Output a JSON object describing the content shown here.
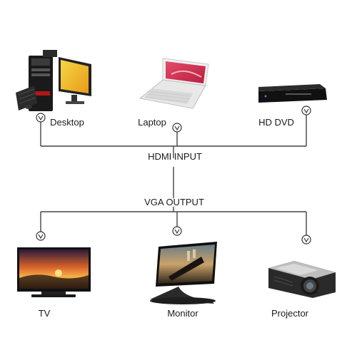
{
  "diagram": {
    "input_label": "HDMI INPUT",
    "output_label": "VGA OUTPUT",
    "line_color": "#444444",
    "sources": [
      {
        "name": "Desktop",
        "icon": "desktop-computer-icon"
      },
      {
        "name": "Laptop",
        "icon": "laptop-icon"
      },
      {
        "name": "HD DVD",
        "icon": "dvd-player-icon"
      }
    ],
    "outputs": [
      {
        "name": "TV",
        "icon": "tv-icon"
      },
      {
        "name": "Monitor",
        "icon": "monitor-icon"
      },
      {
        "name": "Projector",
        "icon": "projector-icon"
      }
    ]
  }
}
